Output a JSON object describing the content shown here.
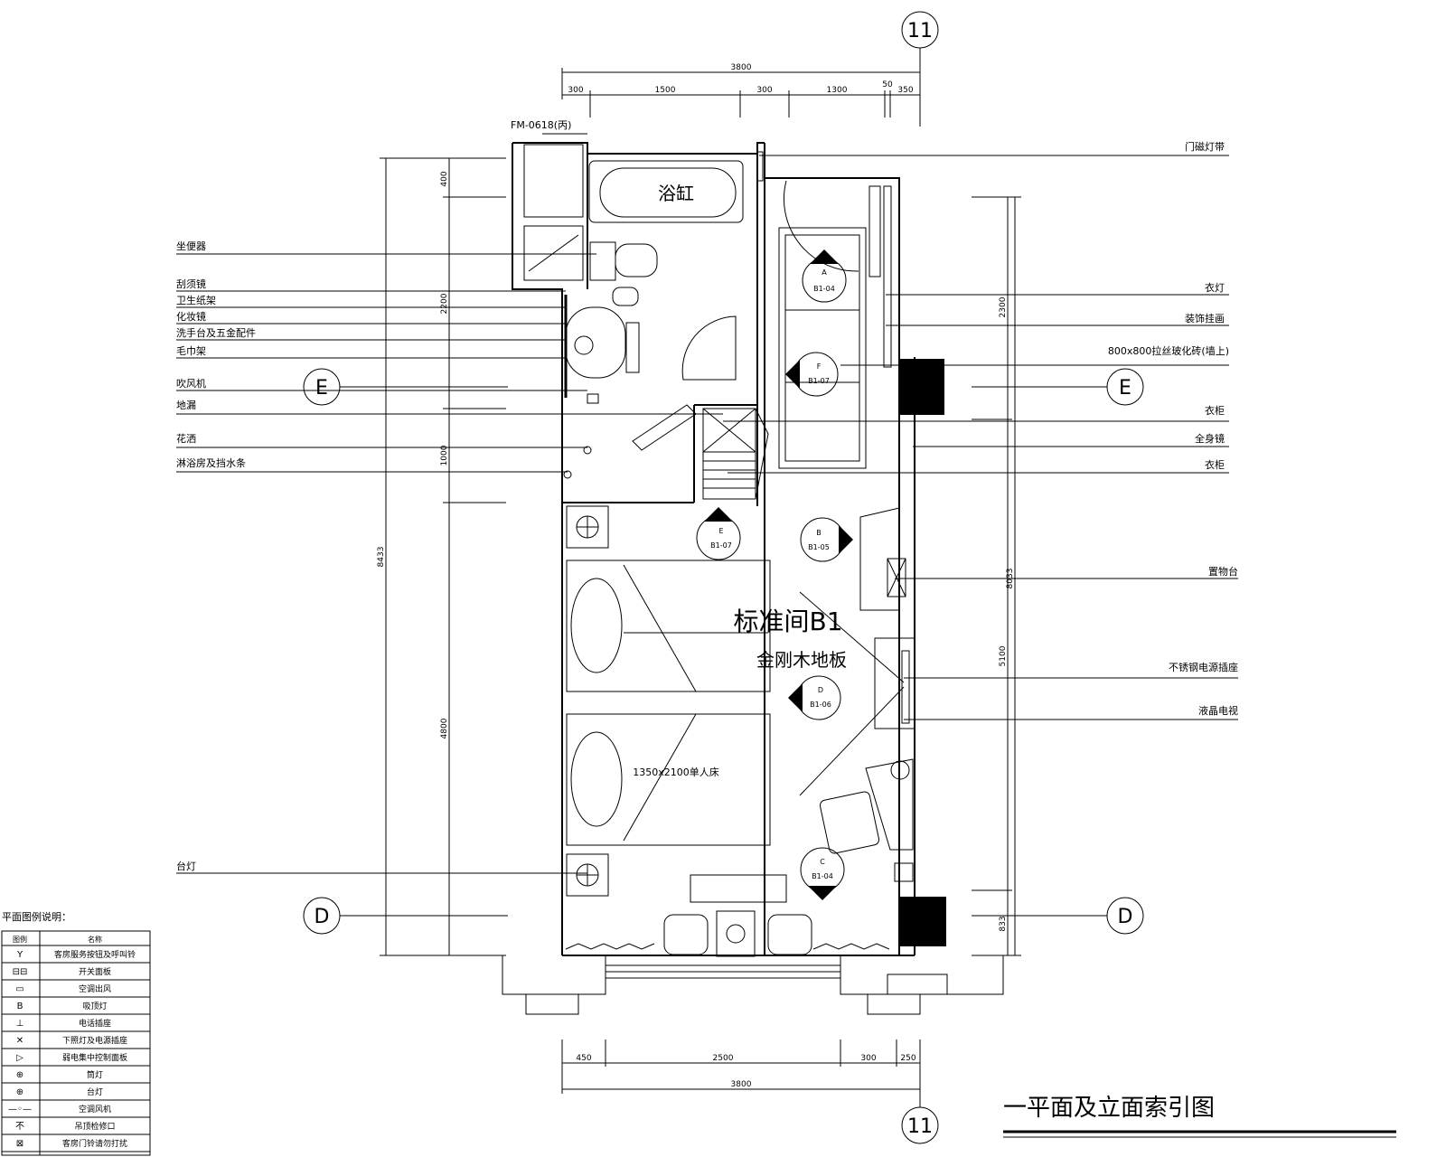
{
  "drawing": {
    "title": "一平面及立面索引图",
    "room_name": "标准间B1",
    "floor_material": "金刚木地板",
    "bed_label": "1350x2100单人床",
    "bathtub_label": "浴缸",
    "door_tag": "FM-0618(丙)",
    "axes": {
      "top": "11",
      "bottom": "11",
      "left_upper": "E",
      "right_upper": "E",
      "left_lower": "D",
      "right_lower": "D"
    }
  },
  "dimensions": {
    "top_total": "3800",
    "top_segments": [
      "300",
      "1500",
      "300",
      "1300",
      "50",
      "350"
    ],
    "bottom_segments": [
      "450",
      "2500",
      "300",
      "250"
    ],
    "bottom_total": "3800",
    "left_outer": "8433",
    "left_inner": [
      "400",
      "2200",
      "1000",
      "4800"
    ],
    "right_outer": "8033",
    "right_inner": [
      "2300",
      "5100",
      "833"
    ]
  },
  "left_callouts": [
    "坐便器",
    "刮须镜",
    "卫生纸架",
    "化妆镜",
    "洗手台及五金配件",
    "毛巾架",
    "吹风机",
    "地漏",
    "花洒",
    "淋浴房及挡水条",
    "台灯"
  ],
  "right_callouts": [
    "门磁灯带",
    "衣灯",
    "装饰挂画",
    "800x800拉丝玻化砖(墙上)",
    "衣柜",
    "全身镜",
    "衣柜",
    "置物台",
    "不锈钢电源插座",
    "液晶电视"
  ],
  "elev_markers": [
    {
      "letter": "A",
      "ref": "B1-04"
    },
    {
      "letter": "F",
      "ref": "B1-07"
    },
    {
      "letter": "E",
      "ref": "B1-07"
    },
    {
      "letter": "B",
      "ref": "B1-05"
    },
    {
      "letter": "D",
      "ref": "B1-06"
    },
    {
      "letter": "C",
      "ref": "B1-04"
    }
  ],
  "legend": {
    "title": "平面图例说明：",
    "headers": [
      "图例",
      "名称"
    ],
    "rows": [
      {
        "sym": "Y",
        "name": "客房服务按钮及呼叫铃"
      },
      {
        "sym": "⊟⊟",
        "name": "开关面板"
      },
      {
        "sym": "▭",
        "name": "空调出风"
      },
      {
        "sym": "B",
        "name": "吸顶灯"
      },
      {
        "sym": "⊥",
        "name": "电话插座"
      },
      {
        "sym": "✕",
        "name": "下照灯及电源插座"
      },
      {
        "sym": "▷",
        "name": "弱电集中控制面板"
      },
      {
        "sym": "⊕",
        "name": "筒灯"
      },
      {
        "sym": "⊕",
        "name": "台灯"
      },
      {
        "sym": "—◦—",
        "name": "空调风机"
      },
      {
        "sym": "不",
        "name": "吊顶检修口"
      },
      {
        "sym": "⊠",
        "name": "客房门铃请勿打扰"
      }
    ]
  }
}
